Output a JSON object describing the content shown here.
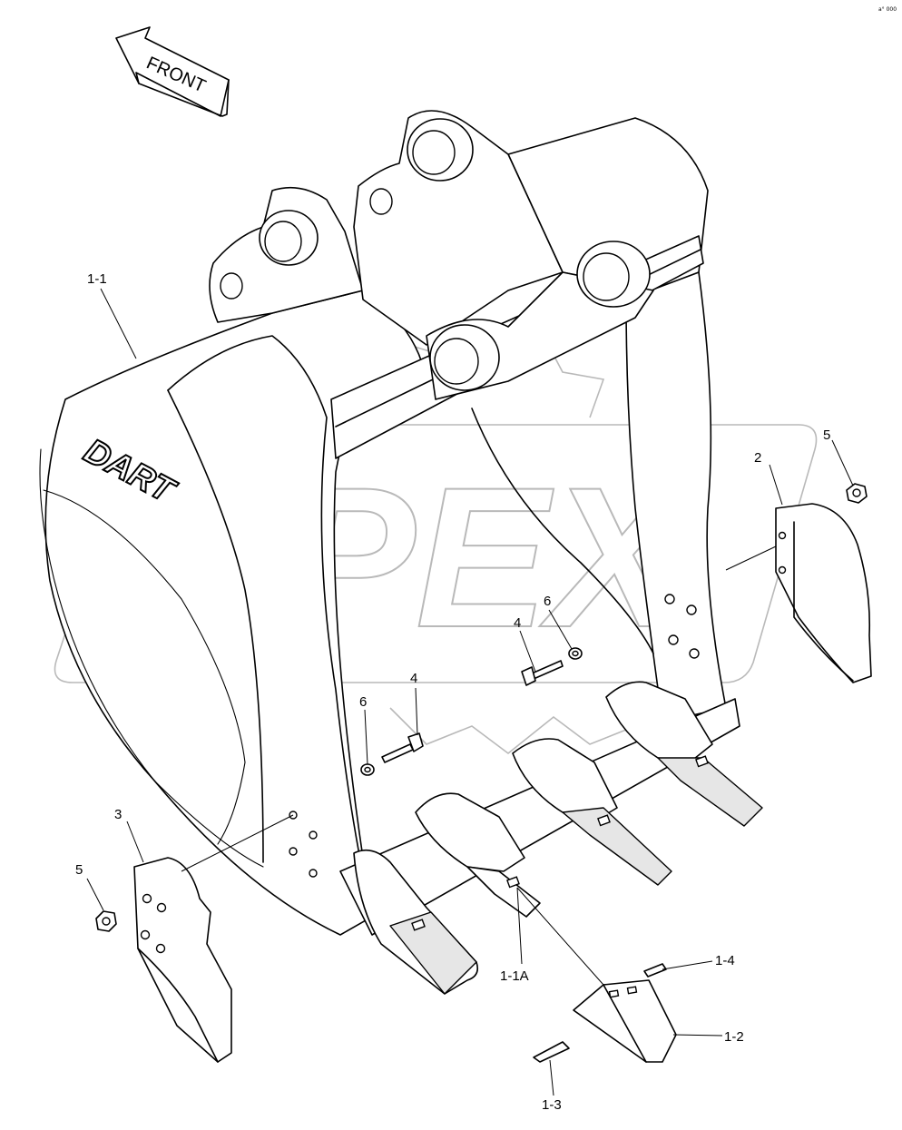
{
  "direction_arrow": {
    "label": "FRONT"
  },
  "brand_logo": {
    "text": "DART"
  },
  "watermark": {
    "text": "OPEX"
  },
  "corner_mark": {
    "text": "a° 000"
  },
  "callouts": {
    "c_1_1": "1-1",
    "c_1_1a": "1-1A",
    "c_1_2": "1-2",
    "c_1_3": "1-3",
    "c_1_4": "1-4",
    "c_2": "2",
    "c_3": "3",
    "c_4_upper": "4",
    "c_4_lower": "4",
    "c_5_right": "5",
    "c_5_left": "5",
    "c_6_upper": "6",
    "c_6_lower": "6"
  }
}
